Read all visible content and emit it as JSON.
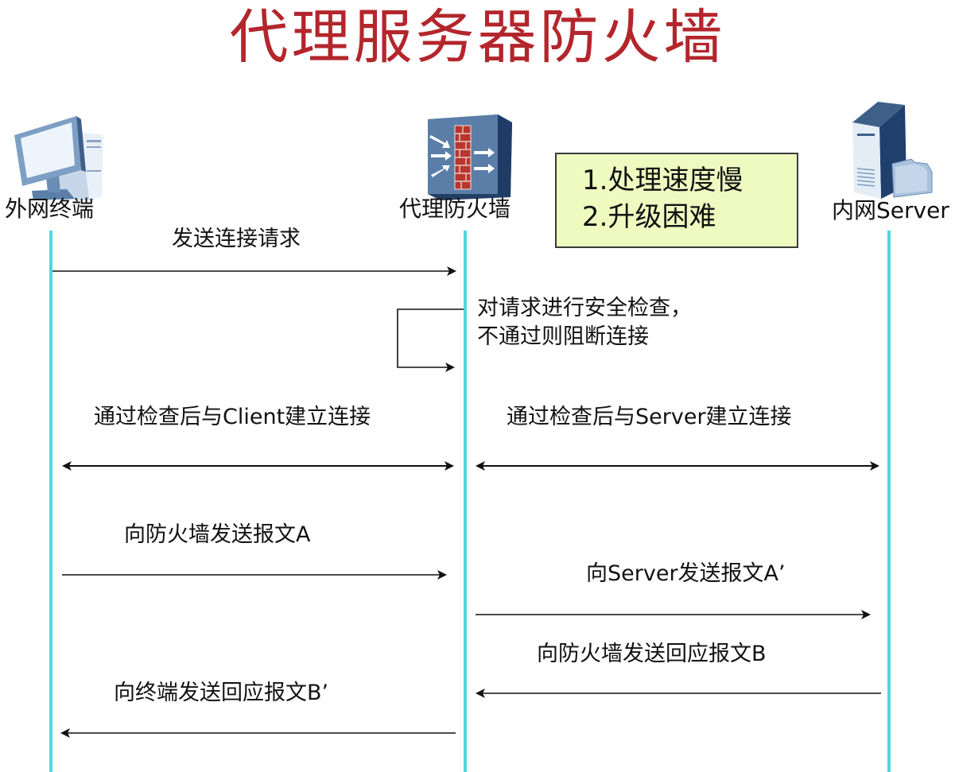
{
  "title": "代理服务器防火墙",
  "colors": {
    "title": "#b3262c",
    "lifeline": "#4dd8dd",
    "callout_bg": "#eefac0",
    "arrow": "#111111"
  },
  "participants": [
    {
      "id": "client",
      "label": "外网终端",
      "icon": "desktop-computer-icon"
    },
    {
      "id": "firewall",
      "label": "代理防火墙",
      "icon": "firewall-icon"
    },
    {
      "id": "server",
      "label": "内网Server",
      "icon": "server-icon"
    }
  ],
  "callout": {
    "items": [
      "1.处理速度慢",
      "2.升级困难"
    ]
  },
  "messages": [
    {
      "label": "发送连接请求",
      "from": "client",
      "to": "firewall",
      "type": "one-way"
    },
    {
      "label_lines": [
        "对请求进行安全检查，",
        "不通过则阻断连接"
      ],
      "from": "firewall",
      "to": "firewall",
      "type": "self"
    },
    {
      "label": "通过检查后与Client建立连接",
      "from": "client",
      "to": "firewall",
      "type": "two-way"
    },
    {
      "label": "通过检查后与Server建立连接",
      "from": "firewall",
      "to": "server",
      "type": "two-way"
    },
    {
      "label": "向防火墙发送报文A",
      "from": "client",
      "to": "firewall",
      "type": "one-way"
    },
    {
      "label": "向Server发送报文A’",
      "from": "firewall",
      "to": "server",
      "type": "one-way"
    },
    {
      "label": "向防火墙发送回应报文B",
      "from": "server",
      "to": "firewall",
      "type": "one-way"
    },
    {
      "label": "向终端发送回应报文B’",
      "from": "firewall",
      "to": "client",
      "type": "one-way"
    }
  ]
}
